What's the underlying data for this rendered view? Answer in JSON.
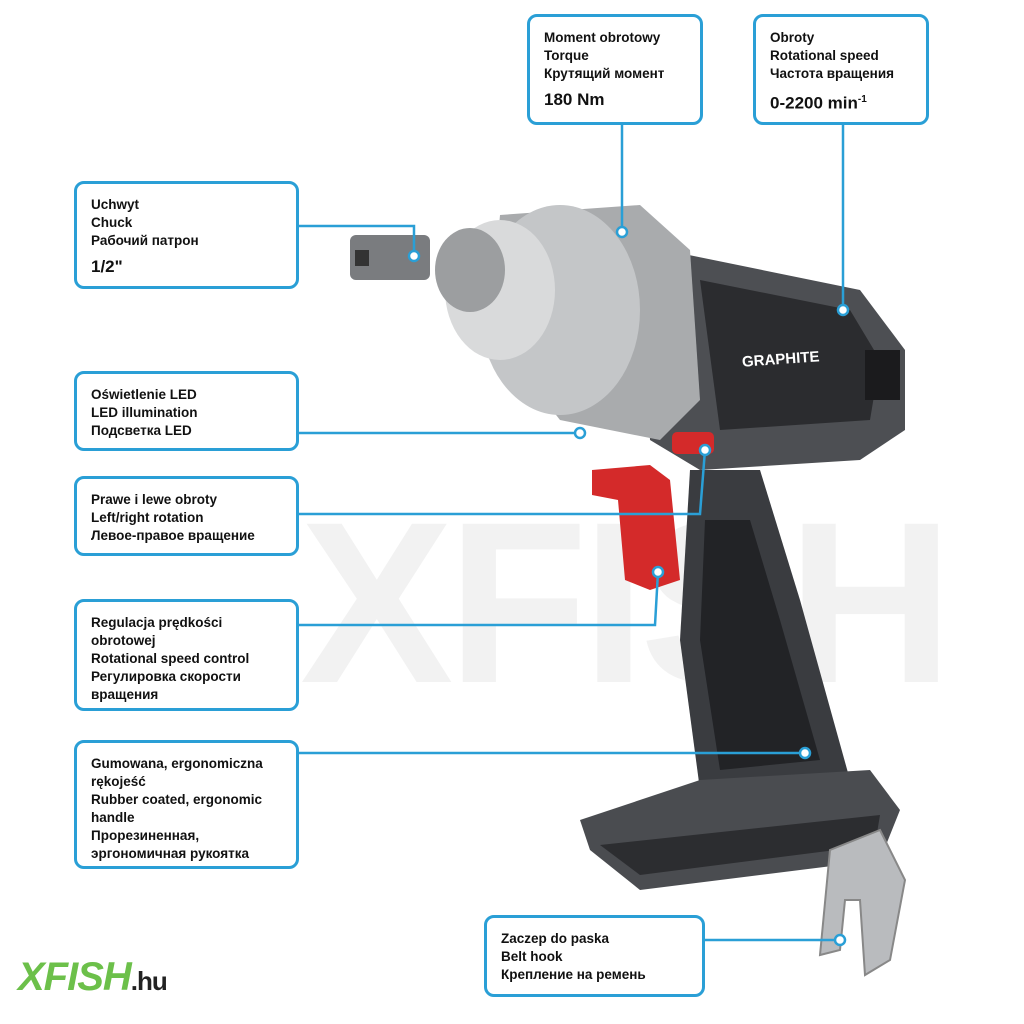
{
  "callouts": {
    "torque": {
      "lines": [
        "Moment obrotowy",
        "Torque",
        "Крутящий момент"
      ],
      "value": "180 Nm"
    },
    "speed": {
      "lines": [
        "Obroty",
        "Rotational speed",
        "Частота вращения"
      ],
      "value": "0-2200 min",
      "value_sup": "-1"
    },
    "chuck": {
      "lines": [
        "Uchwyt",
        "Chuck",
        "Рабочий патрон"
      ],
      "value": "1/2\""
    },
    "led": {
      "lines": [
        "Oświetlenie LED",
        "LED illumination",
        "Подсветка LED"
      ]
    },
    "rotation": {
      "lines": [
        "Prawe i lewe obroty",
        "Left/right rotation",
        "Левое-правое вращение"
      ]
    },
    "speed_control": {
      "lines": [
        "Regulacja prędkości",
        "obrotowej",
        "Rotational speed control",
        "Регулировка скорости",
        "вращения"
      ]
    },
    "handle": {
      "lines": [
        "Gumowana, ergonomiczna",
        "rękojeść",
        "Rubber coated, ergonomic",
        "handle",
        "Прорезиненная,",
        "эргономичная рукоятка"
      ]
    },
    "belt_hook": {
      "lines": [
        "Zaczep do paska",
        "Belt hook",
        "Крепление на ремень"
      ]
    }
  },
  "product": {
    "brand": "GRAPHITE"
  },
  "logo": {
    "name": "XFISH",
    "tld": ".hu"
  },
  "watermark": "XFISH",
  "colors": {
    "accent": "#2a9fd6",
    "trigger": "#d42a2a",
    "logo_green": "#6cc04a"
  }
}
